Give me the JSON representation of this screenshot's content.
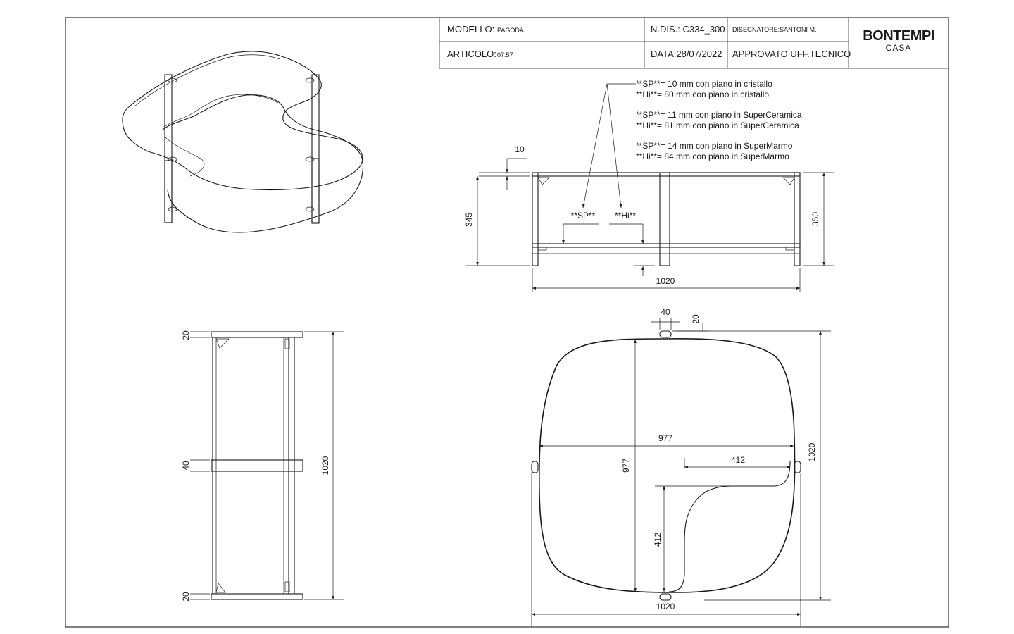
{
  "title_block": {
    "model_label": "MODELLO:",
    "model_value": "PAGODA",
    "drawing_no": "N.DIS.: C334_300",
    "designer": "DISEGNATORE:SANTONI M.",
    "article_label": "ARTICOLO:",
    "article_value": "07.57",
    "date": "DATA:28/07/2022",
    "approval": "APPROVATO UFF.TECNICO",
    "logo_main": "BONTEMPI",
    "logo_sub": "CASA"
  },
  "notes": [
    "**SP**= 10 mm con piano in cristallo",
    "**Hi**= 80 mm con piano in cristallo",
    "**SP**= 11 mm con piano in SuperCeramica",
    "**Hi**= 81 mm con piano in SuperCeramica",
    "**SP**= 14 mm con piano in SuperMarmo",
    "**Hi**= 84 mm con piano in SuperMarmo"
  ],
  "front_view": {
    "top_thickness": "10",
    "height_left": "345",
    "height_right": "350",
    "width": "1020",
    "sp_label": "**SP**",
    "hi_label": "**Hi**"
  },
  "side_view": {
    "top_thickness": "20",
    "middle_bar": "40",
    "bottom_thickness": "20",
    "depth": "1020"
  },
  "plan_view": {
    "foot_width": "40",
    "foot_offset": "20",
    "inner_width": "977",
    "inner_depth": "977",
    "notch_width": "412",
    "notch_depth": "412",
    "overall_width": "1020",
    "overall_depth": "1020"
  }
}
